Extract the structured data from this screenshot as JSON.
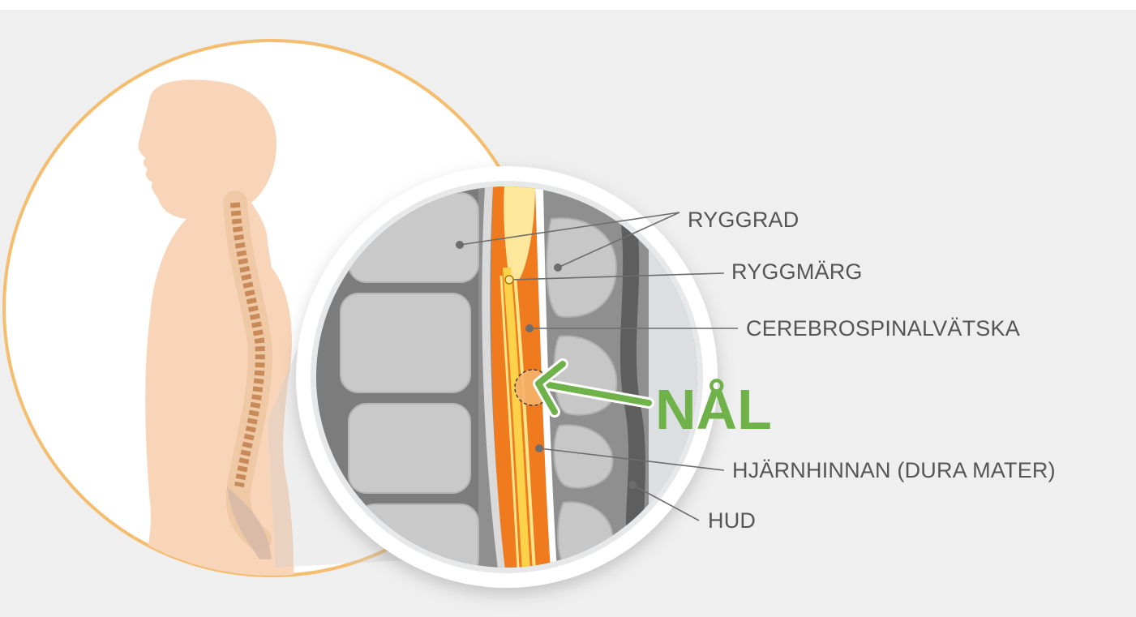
{
  "labels": {
    "ryggrad": "RYGGRAD",
    "ryggmarg": "RYGGMÄRG",
    "cerebrospinalvatska": "CEREBROSPINALVÄTSKA",
    "nal": "NÅL",
    "hjarnhinnan": "HJÄRNHINNAN (DURA MATER)",
    "hud": "HUD"
  },
  "colors": {
    "background": "#efefef",
    "body_silhouette": "#f8d5b8",
    "circle_border": "#f5bd6e",
    "vertebra": "#c9c9c9",
    "spinal_fluid": "#f07a1e",
    "spinal_cord": "#fde79b",
    "needle": "#6fb24a",
    "label_text": "#555555",
    "leader_line": "#6d6d6d"
  },
  "icons": {
    "needle_arrow": "arrow-left-icon"
  }
}
